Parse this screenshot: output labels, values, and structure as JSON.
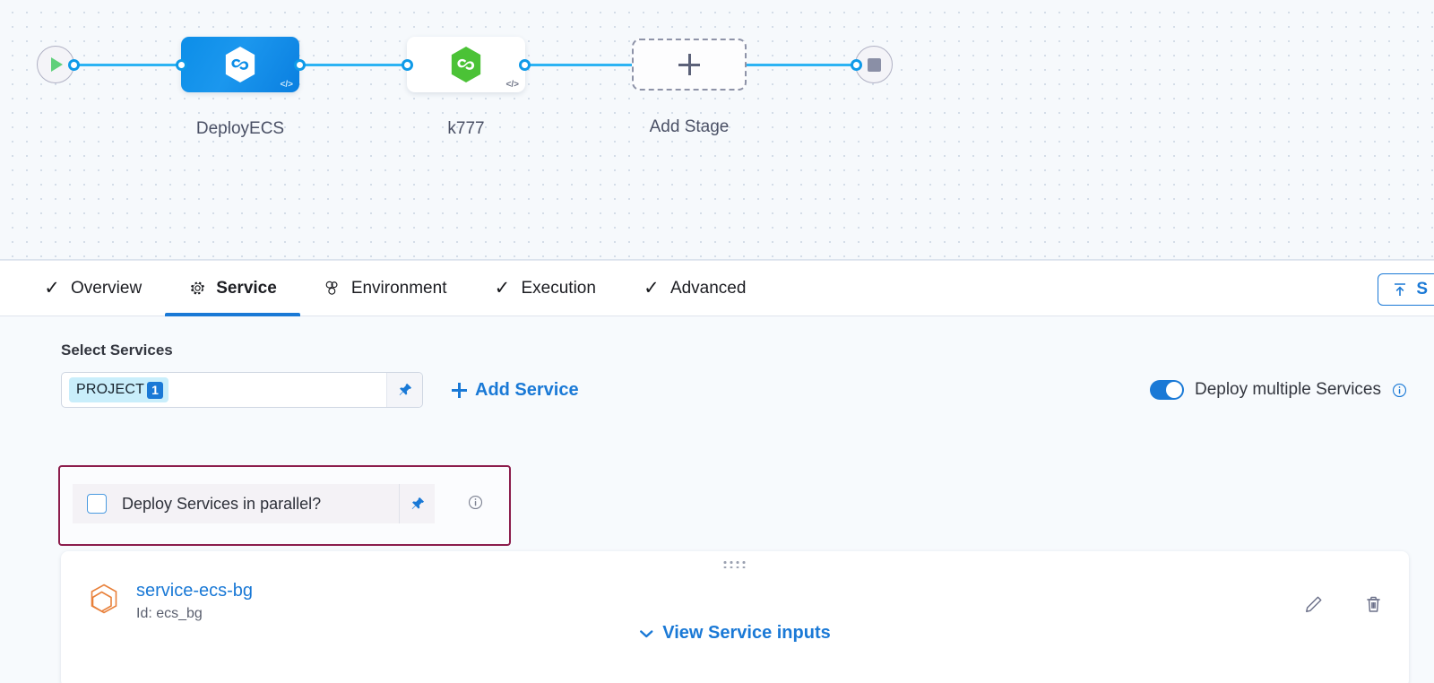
{
  "pipeline": {
    "start_node_icon": "play-icon",
    "end_node_icon": "stop-icon",
    "stages": [
      {
        "label": "DeployECS",
        "badge": "</>",
        "icon": "harness-hex-icon",
        "theme": "blue"
      },
      {
        "label": "k777",
        "badge": "</>",
        "icon": "harness-hex-icon",
        "theme": "white"
      }
    ],
    "add_stage": {
      "label": "Add Stage",
      "icon": "plus-icon"
    }
  },
  "tabs": [
    {
      "label": "Overview",
      "icon": "check-icon",
      "active": false
    },
    {
      "label": "Service",
      "icon": "gear-icon",
      "active": true
    },
    {
      "label": "Environment",
      "icon": "environment-icon",
      "active": false
    },
    {
      "label": "Execution",
      "icon": "check-icon",
      "active": false
    },
    {
      "label": "Advanced",
      "icon": "check-icon",
      "active": false
    }
  ],
  "toolbar": {
    "save_label": "S",
    "save_icon": "upload-icon"
  },
  "service_section": {
    "select_services_label": "Select Services",
    "selector": {
      "chip_label": "PROJECT",
      "chip_count": "1",
      "placeholder": "",
      "pin_icon": "pin-icon"
    },
    "add_service_label": "Add Service",
    "deploy_multiple": {
      "label": "Deploy multiple Services",
      "enabled": true,
      "info_icon": "info-icon"
    },
    "parallel": {
      "label": "Deploy Services in parallel?",
      "checked": false,
      "pin_icon": "pin-icon",
      "info_icon": "info-icon"
    },
    "service_card": {
      "drag_handle_icon": "drag-dots-icon",
      "service_icon": "service-hex-icon",
      "name": "service-ecs-bg",
      "id_text": "Id: ecs_bg",
      "view_inputs_label": "View Service inputs",
      "chevron_icon": "chevron-down-icon",
      "edit_icon": "pencil-icon",
      "delete_icon": "trash-icon"
    }
  },
  "colors": {
    "accent_blue": "#1a79d6",
    "edge_blue": "#2cb3f3",
    "stage_blue": "#0c8ee8",
    "stage_green": "#4bc236",
    "highlight_border": "#8c1d4c",
    "service_orange": "#e8803a"
  }
}
